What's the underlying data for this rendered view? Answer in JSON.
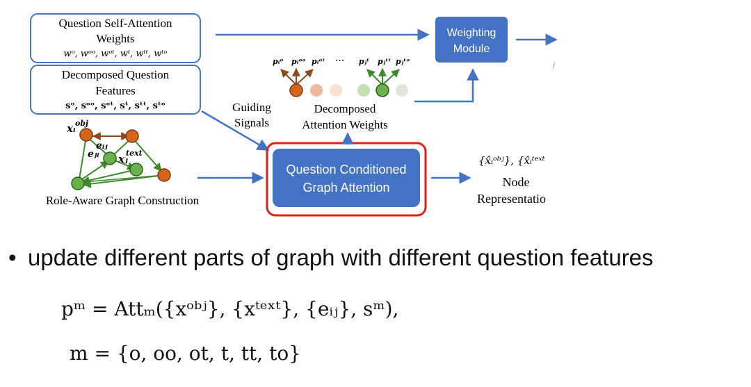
{
  "diagram": {
    "self_attention_box": {
      "title": "Question Self-Attention",
      "title2": "Weights",
      "formula": "wᵒ, wᵒᵒ, wᵒᵗ, wᵗ, wᵗᵗ, wᵗᵒ"
    },
    "decomposed_box": {
      "title": "Decomposed Question",
      "title2": "Features",
      "formula": "sᵒ, sᵒᵒ, sᵒᵗ, sᵗ, sᵗᵗ, sᵗᵒ"
    },
    "weighting_module": {
      "line1": "Weighting",
      "line2": "Module"
    },
    "graph_attention": {
      "line1": "Question Conditioned",
      "line2": "Graph Attention"
    },
    "guiding_signals": {
      "line1": "Guiding",
      "line2": "Signals"
    },
    "decomposed_weights": {
      "line1": "Decomposed",
      "line2": "Attention Weights"
    },
    "attention_labels": [
      "pᵢᵒ",
      "pᵢᵒᵒ",
      "pᵢᵒᵗ",
      "···",
      "pⱼᵗ",
      "pⱼᵗᵗ",
      "pⱼᵗᵒ"
    ],
    "graph_labels": {
      "x_obj": "xᵢ",
      "x_obj_sup": "obj",
      "e_ij": "eᵢⱼ",
      "e_ji": "eⱼᵢ",
      "x_text": "xⱼ",
      "x_text_sup": "text",
      "caption": "Role-Aware Graph Construction"
    },
    "node_rep": {
      "formula": "{x̂ᵢᵒᵇʲ}, {x̂ᵢᵗᵉˣᵗ",
      "line1": "Node",
      "line2": "Representatio"
    },
    "colors": {
      "box_border": "#4a74b8",
      "module_fill": "#4472c4",
      "highlight": "#e0201b",
      "orange_node": "#d5651d",
      "green_node": "#6ab04c",
      "arrow": "#4472c4"
    }
  },
  "bullet": "update different parts of graph with different question features",
  "equations": {
    "eq1": "pᵐ = Attₘ({xᵒᵇʲ}, {xᵗᵉˣᵗ}, {eᵢⱼ}, sᵐ),",
    "eq2": "m = {o, oo, ot, t, tt, to}"
  }
}
